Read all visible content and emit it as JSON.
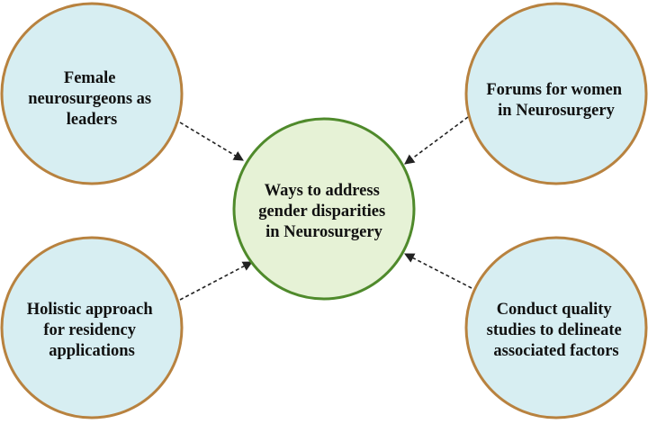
{
  "diagram": {
    "center": {
      "lines": [
        "Ways to address",
        "gender disparities",
        "in Neurosurgery"
      ]
    },
    "nodes": [
      {
        "id": "top-left",
        "lines": [
          "Female",
          "neurosurgeons as",
          "leaders"
        ]
      },
      {
        "id": "top-right",
        "lines": [
          "Forums for women",
          "in Neurosurgery"
        ]
      },
      {
        "id": "bottom-left",
        "lines": [
          "Holistic approach",
          "for residency",
          "applications"
        ]
      },
      {
        "id": "bottom-right",
        "lines": [
          "Conduct quality",
          "studies to delineate",
          "associated factors"
        ]
      }
    ],
    "colors": {
      "outer_fill": "#d7eef2",
      "outer_stroke": "#b8823f",
      "center_fill": "#e6f2d6",
      "center_stroke": "#4f8a2b",
      "arrow": "#222222"
    }
  }
}
